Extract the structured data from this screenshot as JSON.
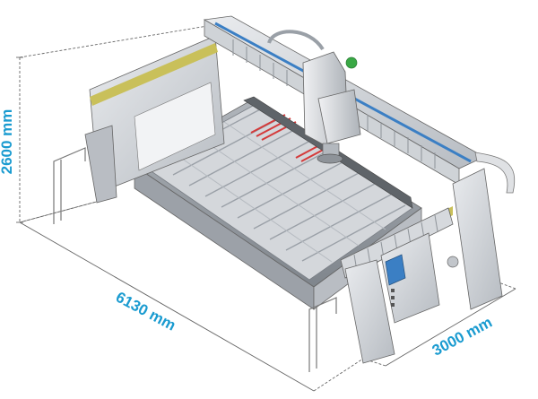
{
  "dimensions": {
    "height_label": "2600 mm",
    "length_label": "6130 mm",
    "width_label": "3000 mm"
  },
  "colors": {
    "dimension_text": "#1a9bd0",
    "dimension_line": "#666666",
    "machine_body": "#c9ccd0",
    "machine_shadow": "#8e9399",
    "frame_light": "#e4e6e9",
    "accent_blue": "#3b7fc4",
    "accent_yellow": "#c9c05a",
    "accent_green": "#39a845",
    "accent_red": "#d43a3a",
    "grid_bar": "#a8adb3"
  },
  "machine": {
    "type": "bridge-saw-cnc",
    "panel_icon": "control-panel-icon"
  }
}
